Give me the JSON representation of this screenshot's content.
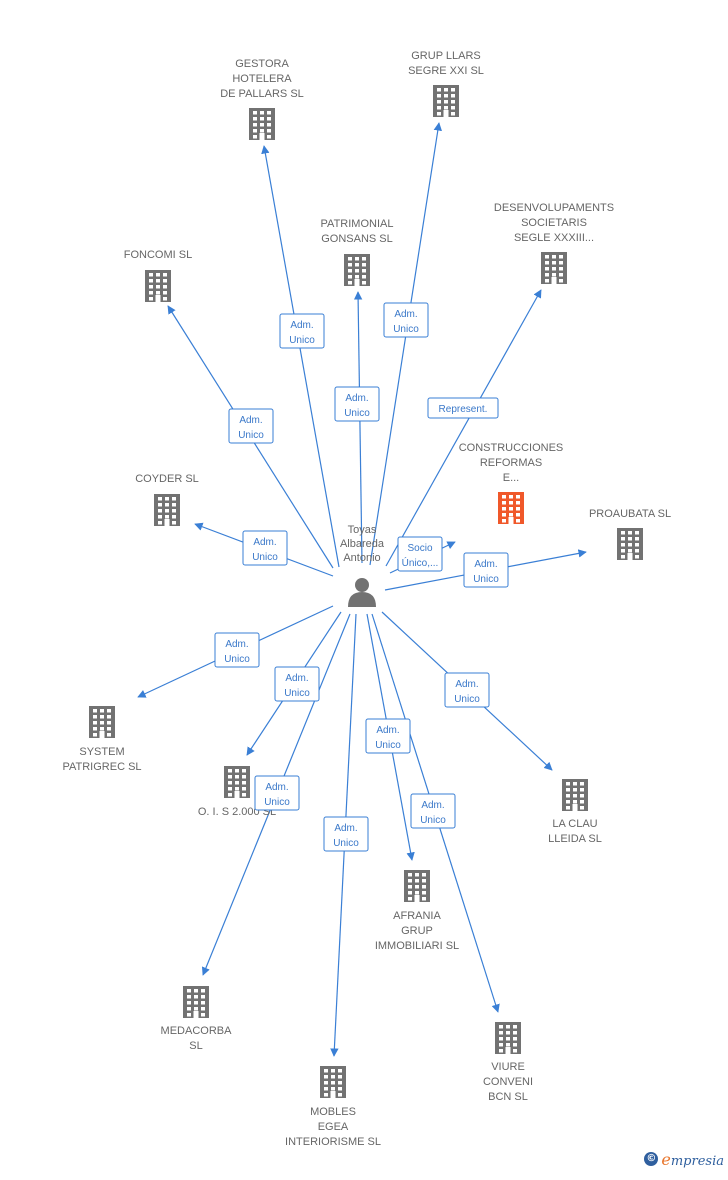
{
  "colors": {
    "edge": "#3a7fd5",
    "node": "#727272",
    "highlight": "#f0582a",
    "label": "#666666"
  },
  "center": {
    "label": [
      "Toyas",
      "Albareda",
      "Antonio"
    ],
    "icon": "person-icon"
  },
  "nodes": [
    {
      "id": "gestora",
      "label": [
        "GESTORA",
        "HOTELERA",
        "DE PALLARS SL"
      ],
      "icon": "building-icon"
    },
    {
      "id": "grupllars",
      "label": [
        "GRUP LLARS",
        "SEGRE XXI SL"
      ],
      "icon": "building-icon"
    },
    {
      "id": "patrimonial",
      "label": [
        "PATRIMONIAL",
        "GONSANS SL"
      ],
      "icon": "building-icon"
    },
    {
      "id": "desenvolupaments",
      "label": [
        "DESENVOLUPAMENTS",
        "SOCIETARIS",
        "SEGLE XXXIII..."
      ],
      "icon": "building-icon"
    },
    {
      "id": "foncomi",
      "label": [
        "FONCOMI SL"
      ],
      "icon": "building-icon"
    },
    {
      "id": "construcciones",
      "label": [
        "CONSTRUCCIONES",
        "REFORMAS",
        "E..."
      ],
      "icon": "building-icon",
      "highlight": true
    },
    {
      "id": "coyder",
      "label": [
        "COYDER SL"
      ],
      "icon": "building-icon"
    },
    {
      "id": "proaubata",
      "label": [
        "PROAUBATA SL"
      ],
      "icon": "building-icon"
    },
    {
      "id": "system",
      "label": [
        "SYSTEM",
        "PATRIGREC SL"
      ],
      "icon": "building-icon"
    },
    {
      "id": "ois",
      "label": [
        "O. I. S 2.000 SL"
      ],
      "icon": "building-icon"
    },
    {
      "id": "laclau",
      "label": [
        "LA CLAU",
        "LLEIDA SL"
      ],
      "icon": "building-icon"
    },
    {
      "id": "afrania",
      "label": [
        "AFRANIA",
        "GRUP",
        "IMMOBILIARI SL"
      ],
      "icon": "building-icon"
    },
    {
      "id": "medacorba",
      "label": [
        "MEDACORBA",
        "SL"
      ],
      "icon": "building-icon"
    },
    {
      "id": "mobles",
      "label": [
        "MOBLES",
        "EGEA",
        "INTERIORISME SL"
      ],
      "icon": "building-icon"
    },
    {
      "id": "viure",
      "label": [
        "VIURE",
        "CONVENI",
        "BCN SL"
      ],
      "icon": "building-icon"
    }
  ],
  "edges": [
    {
      "to": "gestora",
      "label": [
        "Adm.",
        "Unico"
      ]
    },
    {
      "to": "grupllars",
      "label": [
        "Adm.",
        "Unico"
      ]
    },
    {
      "to": "patrimonial",
      "label": [
        "Adm.",
        "Unico"
      ]
    },
    {
      "to": "desenvolupaments",
      "label": [
        "Represent."
      ]
    },
    {
      "to": "foncomi",
      "label": [
        "Adm.",
        "Unico"
      ]
    },
    {
      "to": "construcciones",
      "label": [
        "Socio",
        "Único,..."
      ]
    },
    {
      "to": "coyder",
      "label": [
        "Adm.",
        "Unico"
      ]
    },
    {
      "to": "proaubata",
      "label": [
        "Adm.",
        "Unico"
      ]
    },
    {
      "to": "system",
      "label": [
        "Adm.",
        "Unico"
      ]
    },
    {
      "to": "ois",
      "label": [
        "Adm.",
        "Unico"
      ]
    },
    {
      "to": "laclau",
      "label": [
        "Adm.",
        "Unico"
      ]
    },
    {
      "to": "afrania",
      "label": [
        "Adm.",
        "Unico"
      ]
    },
    {
      "to": "medacorba",
      "label": [
        "Adm.",
        "Unico"
      ]
    },
    {
      "to": "mobles",
      "label": [
        "Adm.",
        "Unico"
      ]
    },
    {
      "to": "viure",
      "label": [
        "Adm.",
        "Unico"
      ]
    }
  ],
  "brand": {
    "symbol": "©",
    "initial": "e",
    "rest": "mpresia"
  }
}
